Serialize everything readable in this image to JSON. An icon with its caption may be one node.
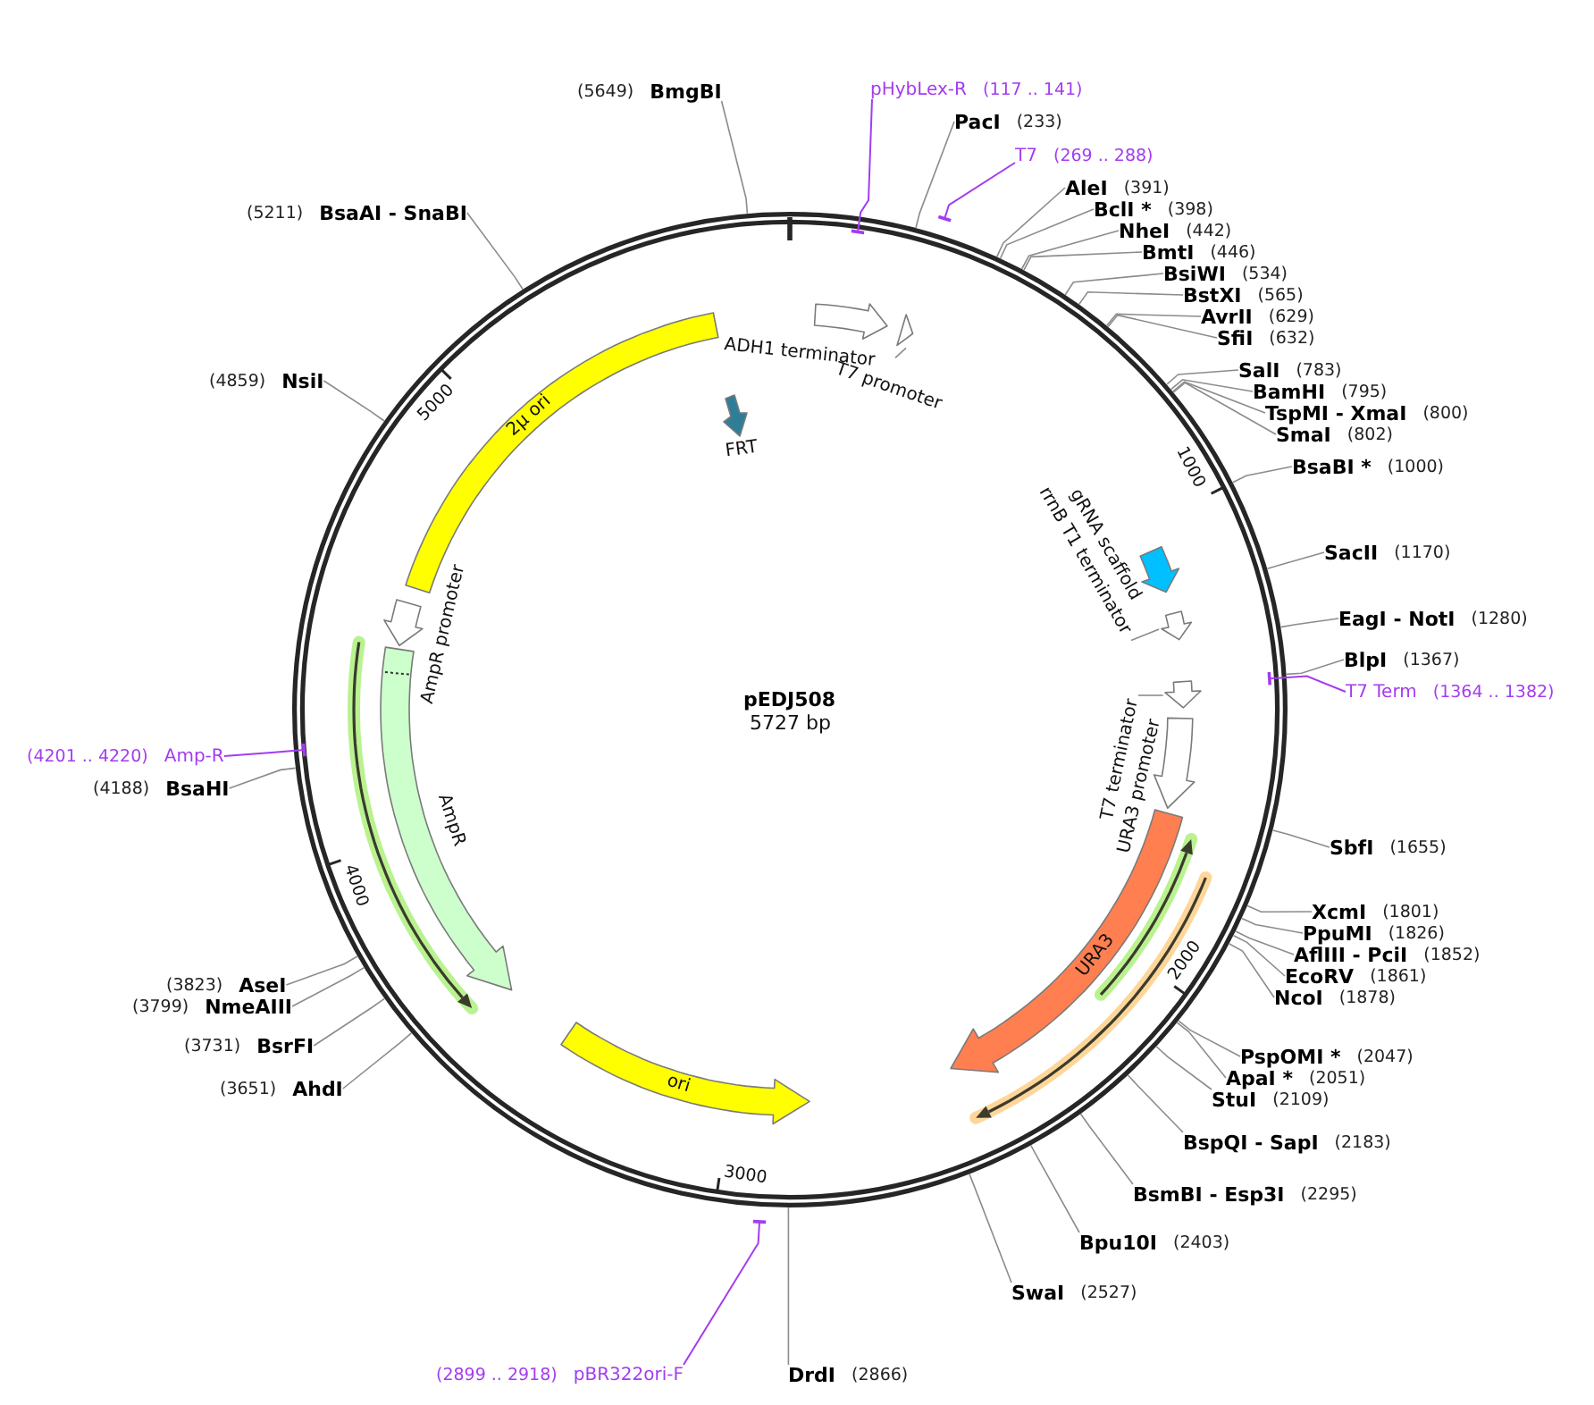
{
  "diagram": {
    "title": "pEDJ508",
    "nodes": [
      {
        "text": [
          "pHybLex-R"
        ],
        "beside": [
          "(117 .. 141)"
        ]
      },
      {
        "text": [
          "PacI"
        ],
        "beside": [
          "(233)"
        ]
      },
      {
        "text": [
          "T7"
        ],
        "beside": [
          "(269 .. 288)"
        ]
      },
      {
        "text": [
          "AleI"
        ],
        "beside": [
          "(391)"
        ]
      },
      {
        "text": [
          "BclI *"
        ],
        "beside": [
          "(398)"
        ]
      },
      {
        "text": [
          "NheI"
        ],
        "beside": [
          "(442)"
        ]
      },
      {
        "text": [
          "BmtI"
        ],
        "beside": [
          "(446)"
        ]
      },
      {
        "text": [
          "BsiWI"
        ],
        "beside": [
          "(534)"
        ]
      },
      {
        "text": [
          "BstXI"
        ],
        "beside": [
          "(565)"
        ]
      },
      {
        "text": [
          "AvrII"
        ],
        "beside": [
          "(629)"
        ]
      },
      {
        "text": [
          "SfiI"
        ],
        "beside": [
          "(632)"
        ]
      },
      {
        "text": [
          "SalI"
        ],
        "beside": [
          "(783)"
        ]
      },
      {
        "text": [
          "BamHI"
        ],
        "beside": [
          "(795)"
        ]
      },
      {
        "text": [
          "TspMI - XmaI"
        ],
        "beside": [
          "(800)"
        ]
      },
      {
        "text": [
          "SmaI"
        ],
        "beside": [
          "(802)"
        ]
      },
      {
        "text": [
          "BsaBI *"
        ],
        "beside": [
          "(1000)"
        ]
      },
      {
        "text": [
          "SacII"
        ],
        "beside": [
          "(1170)"
        ]
      },
      {
        "text": [
          "EagI - NotI"
        ],
        "beside": [
          "(1280)"
        ]
      },
      {
        "text": [
          "BlpI"
        ],
        "beside": [
          "(1367)"
        ]
      },
      {
        "text": [
          "T7 Term"
        ],
        "beside": [
          "(1364 .. 1382)"
        ]
      },
      {
        "text": [
          "SbfI"
        ],
        "beside": [
          "(1655)"
        ]
      },
      {
        "text": [
          "XcmI"
        ],
        "beside": [
          "(1801)"
        ]
      },
      {
        "text": [
          "PpuMI"
        ],
        "beside": [
          "(1826)"
        ]
      },
      {
        "text": [
          "AflIII - PciI"
        ],
        "beside": [
          "(1852)"
        ]
      },
      {
        "text": [
          "EcoRV"
        ],
        "beside": [
          "(1861)"
        ]
      },
      {
        "text": [
          "NcoI"
        ],
        "beside": [
          "(1878)"
        ]
      },
      {
        "text": [
          "PspOMI *"
        ],
        "beside": [
          "(2047)"
        ]
      },
      {
        "text": [
          "ApaI *"
        ],
        "beside": [
          "(2051)"
        ]
      },
      {
        "text": [
          "StuI"
        ],
        "beside": [
          "(2109)"
        ]
      },
      {
        "text": [
          "BspQI - SapI"
        ],
        "beside": [
          "(2183)"
        ]
      },
      {
        "text": [
          "BsmBI - Esp3I"
        ],
        "beside": [
          "(2295)"
        ]
      },
      {
        "text": [
          "Bpu10I"
        ],
        "beside": [
          "(2403)"
        ]
      },
      {
        "text": [
          "SwaI"
        ],
        "beside": [
          "(2527)"
        ]
      },
      {
        "text": [
          "DrdI"
        ],
        "beside": [
          "(2866)"
        ]
      },
      {
        "text": [
          "pBR322ori-F"
        ],
        "beside": [
          "(2899 .. 2918)"
        ]
      },
      {
        "text": [
          "AhdI"
        ],
        "beside": [
          "(3651)"
        ]
      },
      {
        "text": [
          "BsrFI"
        ],
        "beside": [
          "(3731)"
        ]
      },
      {
        "text": [
          "NmeAIII"
        ],
        "beside": [
          "(3799)"
        ]
      },
      {
        "text": [
          "AseI"
        ],
        "beside": [
          "(3823)"
        ]
      },
      {
        "text": [
          "BsaHI"
        ],
        "beside": [
          "(4188)"
        ]
      },
      {
        "text": [
          "Amp-R"
        ],
        "beside": [
          "(4201 .. 4220)"
        ]
      },
      {
        "text": [
          "NsiI"
        ],
        "beside": [
          "(4859)"
        ]
      },
      {
        "text": [
          "BsaAI - SnaBI"
        ],
        "beside": [
          "(5211)"
        ]
      },
      {
        "text": [
          "BmgBI"
        ],
        "beside": [
          "(5649)"
        ]
      },
      {
        "text": [
          "ADH1 terminator"
        ]
      },
      {
        "text": [],
        "shape": "arrow"
      },
      {
        "text": [
          "T7 promoter"
        ]
      },
      {
        "text": [
          "FRT"
        ]
      },
      {
        "text": [
          "gRNA scaffold"
        ]
      },
      {
        "text": [],
        "shape": "arrow"
      },
      {
        "text": [
          "rrnB T1 terminator"
        ]
      },
      {
        "text": [],
        "shape": "arrow"
      },
      {
        "text": [
          "T7 terminator"
        ]
      },
      {
        "text": [
          "URA3 promoter"
        ]
      },
      {
        "text": [
          "URA3"
        ]
      },
      {
        "text": [
          "ori"
        ]
      },
      {
        "text": [
          "AmpR"
        ]
      },
      {
        "text": [
          "AmpR promoter"
        ]
      },
      {
        "text": [
          "2µ ori"
        ]
      }
    ],
    "edges": [
      {
        "from": 0,
        "to": null,
        "arrow": "other",
        "color": "#a33cf0"
      },
      {
        "from": 1,
        "to": null,
        "arrow": "none"
      },
      {
        "from": 2,
        "to": null,
        "arrow": "other",
        "color": "#a33cf0"
      },
      {
        "from": 3,
        "to": null,
        "arrow": "none"
      },
      {
        "from": 4,
        "to": null,
        "arrow": "none"
      },
      {
        "from": 5,
        "to": null,
        "arrow": "none"
      },
      {
        "from": 6,
        "to": null,
        "arrow": "none"
      },
      {
        "from": 7,
        "to": null,
        "arrow": "none"
      },
      {
        "from": 8,
        "to": null,
        "arrow": "none"
      },
      {
        "from": 9,
        "to": null,
        "arrow": "none"
      },
      {
        "from": 10,
        "to": null,
        "arrow": "none"
      },
      {
        "from": 11,
        "to": null,
        "arrow": "none"
      },
      {
        "from": 12,
        "to": null,
        "arrow": "none"
      },
      {
        "from": 13,
        "to": null,
        "arrow": "none"
      },
      {
        "from": 14,
        "to": null,
        "arrow": "none"
      },
      {
        "from": 15,
        "to": null,
        "arrow": "none"
      },
      {
        "from": 16,
        "to": null,
        "arrow": "none"
      },
      {
        "from": 17,
        "to": null,
        "arrow": "none"
      },
      {
        "from": 18,
        "to": null,
        "arrow": "none"
      },
      {
        "from": 19,
        "to": null,
        "arrow": "other",
        "color": "#a33cf0"
      },
      {
        "from": 20,
        "to": null,
        "arrow": "none"
      },
      {
        "from": 21,
        "to": null,
        "arrow": "none"
      },
      {
        "from": 22,
        "to": null,
        "arrow": "none"
      },
      {
        "from": 23,
        "to": null,
        "arrow": "none"
      },
      {
        "from": 24,
        "to": null,
        "arrow": "none"
      },
      {
        "from": 25,
        "to": null,
        "arrow": "none"
      },
      {
        "from": 26,
        "to": null,
        "arrow": "none"
      },
      {
        "from": 27,
        "to": null,
        "arrow": "none"
      },
      {
        "from": 28,
        "to": null,
        "arrow": "none"
      },
      {
        "from": 29,
        "to": null,
        "arrow": "none"
      },
      {
        "from": 30,
        "to": null,
        "arrow": "none"
      },
      {
        "from": 31,
        "to": null,
        "arrow": "none"
      },
      {
        "from": 32,
        "to": null,
        "arrow": "none"
      },
      {
        "from": 33,
        "to": null,
        "arrow": "none"
      },
      {
        "from": 34,
        "to": null,
        "arrow": "other",
        "color": "#a33cf0"
      },
      {
        "from": 35,
        "to": null,
        "arrow": "none"
      },
      {
        "from": 36,
        "to": null,
        "arrow": "none"
      },
      {
        "from": 37,
        "to": null,
        "arrow": "none"
      },
      {
        "from": 38,
        "to": null,
        "arrow": "none"
      },
      {
        "from": 39,
        "to": null,
        "arrow": "none"
      },
      {
        "from": 40,
        "to": null,
        "arrow": "other",
        "color": "#a33cf0"
      },
      {
        "from": 41,
        "to": null,
        "arrow": "none"
      },
      {
        "from": 42,
        "to": null,
        "arrow": "none"
      },
      {
        "from": 43,
        "to": null,
        "arrow": "none"
      },
      {
        "from": 46,
        "to": 45,
        "arrow": "none"
      },
      {
        "from": 50,
        "to": 49,
        "arrow": "none"
      },
      {
        "from": 52,
        "to": 51,
        "arrow": "none"
      }
    ],
    "labels": [
      "5727 bp",
      "5000",
      "1000",
      "4000",
      "2000",
      "3000"
    ]
  }
}
